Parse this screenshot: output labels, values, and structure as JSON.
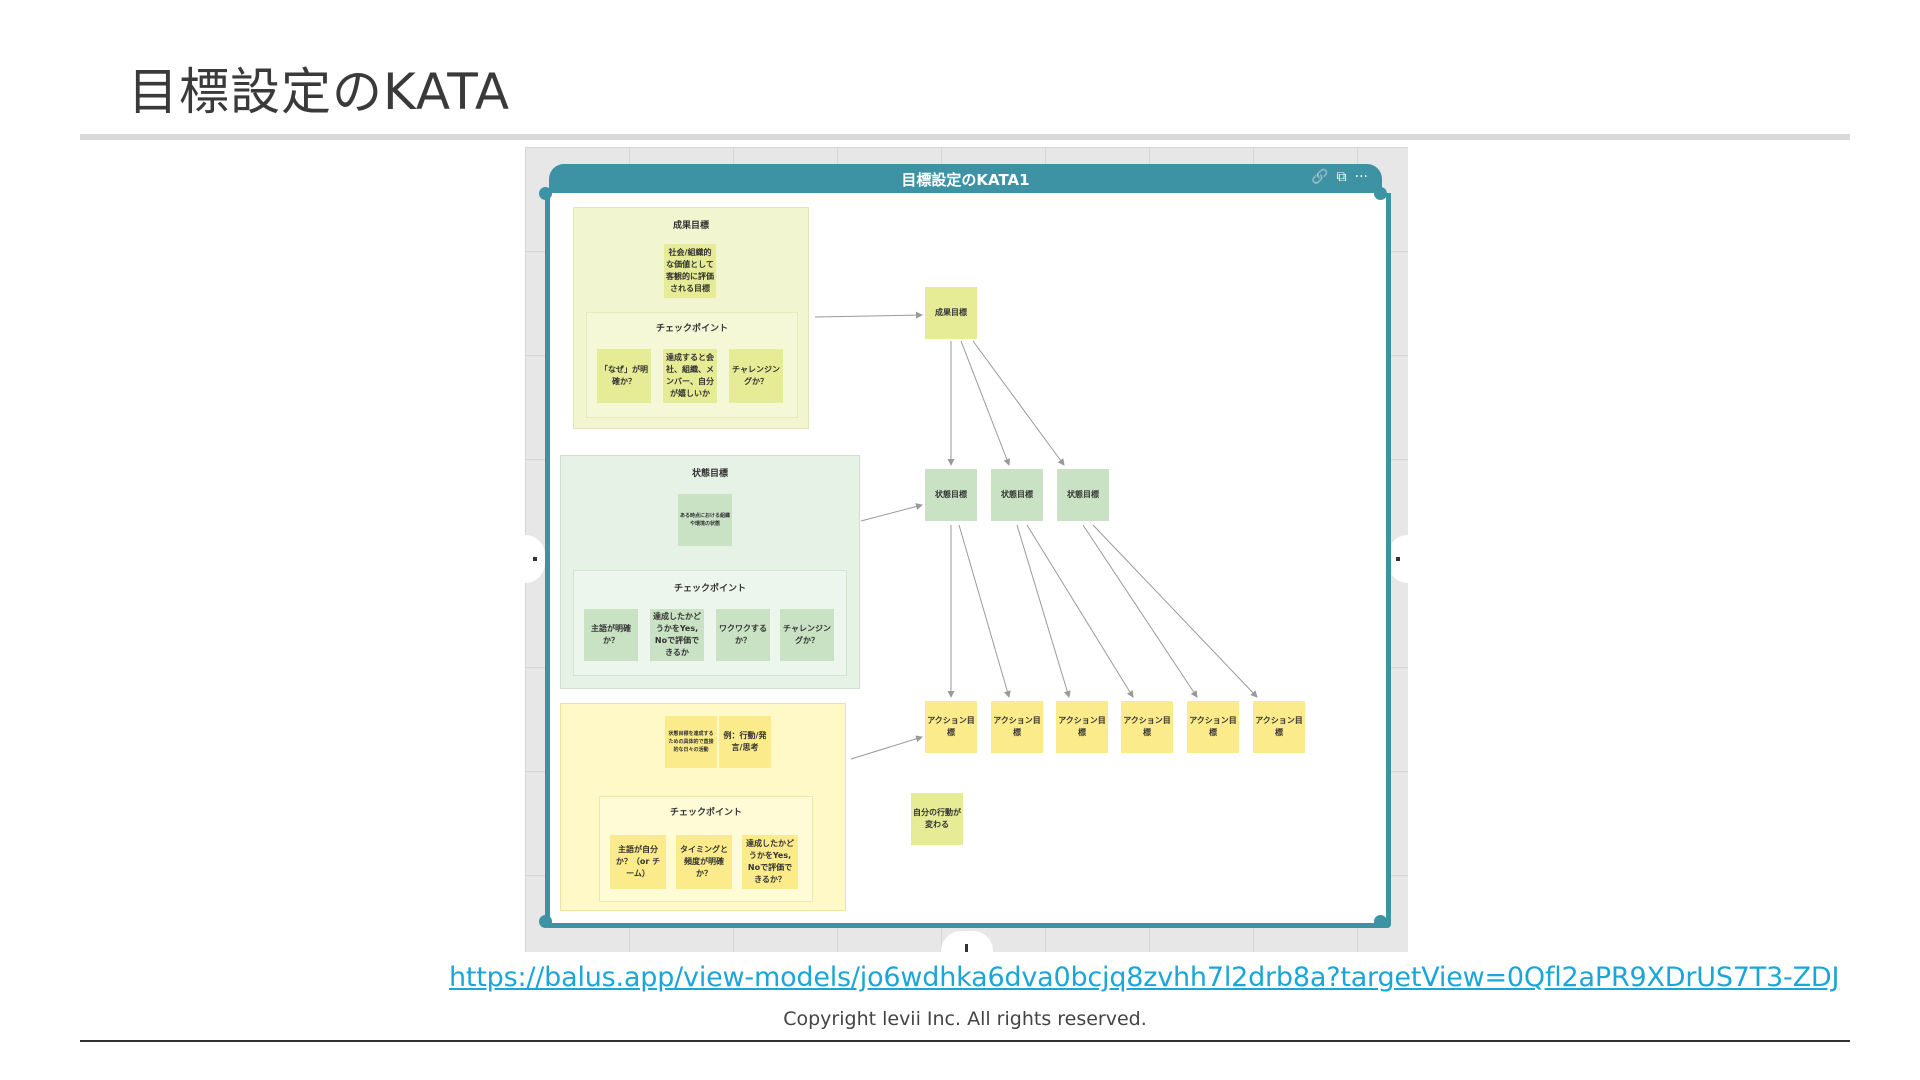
{
  "slide": {
    "title": "目標設定のKATA",
    "link": "https://balus.app/view-models/jo6wdhka6dva0bcjq8zvhh7l2drb8a?targetView=0Qfl2aPR9XDrUS7T3-ZDJ",
    "copyright": "Copyright levii Inc. All rights reserved."
  },
  "board": {
    "frame_title": "目標設定のKATA1",
    "icons": [
      "link-icon",
      "copy-icon",
      "more-icon"
    ],
    "icon_glyphs": {
      "link": "🔗",
      "copy": "⧉",
      "more": "···"
    },
    "accent_color": "#3d93a4",
    "section1": {
      "label": "成果目標",
      "desc": "社会/組織的な価値として客観的に評価される目標",
      "checkpoint_label": "チェックポイント",
      "checks": [
        "「なぜ」が明確か？",
        "達成すると会社、組織、メンバー、自分が嬉しいか",
        "チャレンジングか？"
      ]
    },
    "section2": {
      "label": "状態目標",
      "desc": "ある時点における組織や環境の状態",
      "checkpoint_label": "チェックポイント",
      "checks": [
        "主語が明確か？",
        "達成したかどうかをYes, Noで評価できるか",
        "ワクワクするか？",
        "チャレンジングか？"
      ]
    },
    "section3": {
      "desc": "状態目標を達成するための具体的で直接的な日々の活動",
      "example": "例：行動/発言/思考",
      "checkpoint_label": "チェックポイント",
      "checks": [
        "主語が自分か？（or チーム）",
        "タイミングと頻度が明確か？",
        "達成したかどうかをYes, Noで評価できるか？"
      ]
    },
    "tree": {
      "outcome": "成果目標",
      "states": [
        "状態目標",
        "状態目標",
        "状態目標"
      ],
      "actions": [
        "アクション目標",
        "アクション目標",
        "アクション目標",
        "アクション目標",
        "アクション目標",
        "アクション目標"
      ],
      "note": "自分の行動が変わる"
    }
  }
}
